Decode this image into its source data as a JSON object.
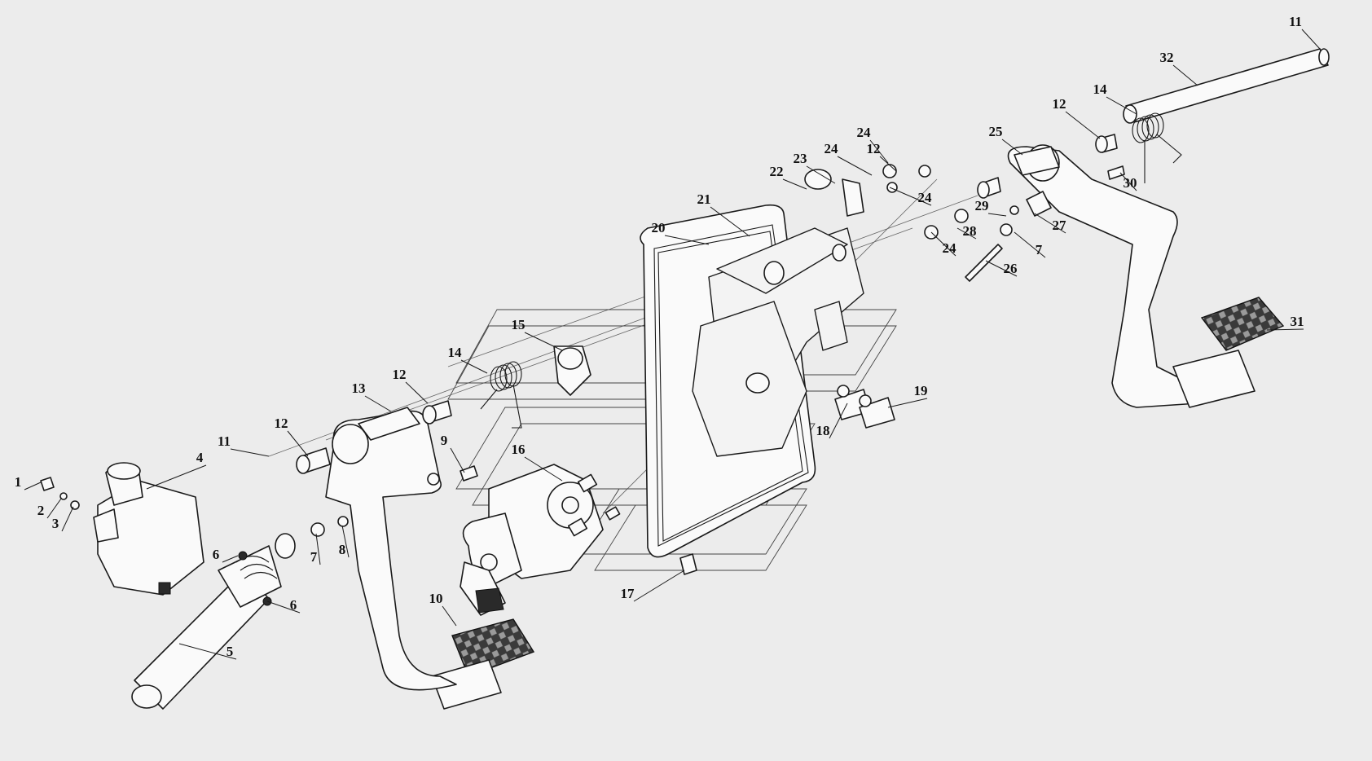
{
  "diagram": {
    "callouts": [
      "1",
      "2",
      "3",
      "4",
      "5",
      "6",
      "6",
      "7",
      "7",
      "8",
      "9",
      "10",
      "11",
      "11",
      "12",
      "12",
      "12",
      "12",
      "13",
      "14",
      "14",
      "15",
      "16",
      "17",
      "18",
      "19",
      "20",
      "21",
      "22",
      "23",
      "24",
      "24",
      "24",
      "24",
      "25",
      "26",
      "27",
      "28",
      "29",
      "30",
      "31",
      "32"
    ]
  }
}
